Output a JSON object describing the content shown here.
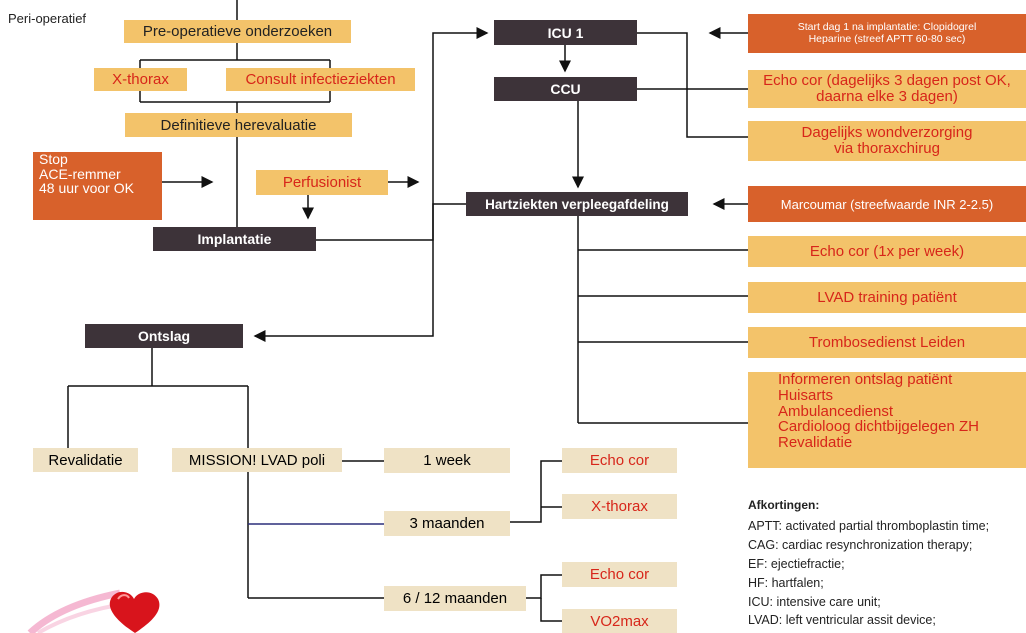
{
  "title": "Peri-operatief",
  "boxes": {
    "preop": "Pre-operatieve onderzoeken",
    "xthorax": "X-thorax",
    "consult": "Consult infectieziekten",
    "herevaluatie": "Definitieve herevaluatie",
    "stop": [
      "Stop",
      "ACE-remmer",
      "48 uur voor OK"
    ],
    "perfusionist": "Perfusionist",
    "implantatie": "Implantatie",
    "icu1": "ICU 1",
    "ccu": "CCU",
    "hartziekten": "Hartziekten verpleegafdeling",
    "ontslag": "Ontslag",
    "revalidatie": "Revalidatie",
    "mission": "MISSION! LVAD poli",
    "week1": "1 week",
    "m3": "3 maanden",
    "m612": "6 / 12 maanden",
    "echo1": "Echo cor",
    "xthorax2": "X-thorax",
    "echo2": "Echo cor",
    "vo2": "VO2max"
  },
  "right": {
    "start": [
      "Start dag 1 na implantatie: Clopidogrel",
      "Heparine (streef APTT 60-80 sec)"
    ],
    "echo_dag": [
      "Echo cor (dagelijks 3 dagen post OK,",
      "daarna elke 3 dagen)"
    ],
    "wond": [
      "Dagelijks wondverzorging",
      "via thoraxchirug"
    ],
    "marcoumar": "Marcoumar (streefwaarde INR 2-2.5)",
    "echo_week": "Echo cor (1x per week)",
    "training": "LVAD training patiënt",
    "trombose": "Trombosedienst Leiden",
    "informeren": [
      "Informeren ontslag patiënt",
      "Huisarts",
      "Ambulancedienst",
      "Cardioloog dichtbijgelegen ZH",
      "Revalidatie"
    ]
  },
  "abbreviations": {
    "heading": "Afkortingen:",
    "items": [
      "APTT: activated partial thromboplastin time;",
      "CAG: cardiac resynchronization therapy;",
      "EF: ejectiefractie;",
      "HF: hartfalen;",
      "ICU: intensive care unit;",
      "LVAD: left ventricular assit device;"
    ]
  },
  "colors": {
    "yellow": "#f3c36a",
    "dark": "#3d3339",
    "orange": "#d8612b",
    "tan": "#efe2c5",
    "red_text": "#d7261a",
    "blue_line": "#2b2f7a"
  }
}
